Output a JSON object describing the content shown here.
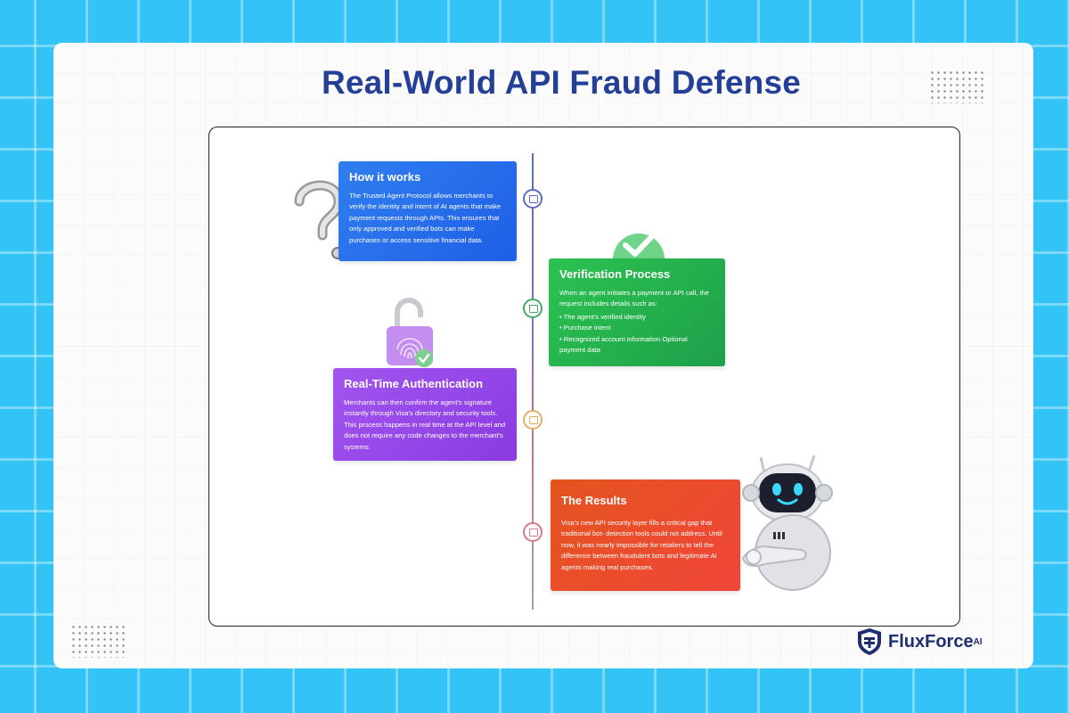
{
  "title": "Real-World API Fraud Defense",
  "steps": [
    {
      "heading": "How it works",
      "body": "The Trusted Agent Protocol allows merchants to verify the identity and intent of AI agents that make payment requests through APIs. This ensures that only approved and verified bots can make purchases or access sensitive financial data."
    },
    {
      "heading": "Verification Process",
      "body": "When an agent initiates a payment or API call, the request includes details such as:",
      "bullets": [
        "The agent's verified identity",
        "Purchase intent",
        "Recognized account information Optional payment data"
      ]
    },
    {
      "heading": "Real-Time Authentication",
      "body": "Merchants can then confirm the agent's signature instantly through Visa's directory and security tools. This process happens in real time at the API level and does not require any code changes to the merchant's systems."
    },
    {
      "heading": "The Results",
      "body": "Visa's new API security layer fills a critical gap that traditional bot- detection tools could not address. Until now, it was nearly impossible for retailers to tell the difference between fraudulent bots and legitimate AI agents making real purchases."
    }
  ],
  "brand": {
    "name": "FluxForce",
    "suffix": "AI"
  },
  "colors": {
    "step1": "#2f7ef0",
    "step2": "#2cc251",
    "step3": "#a255f0",
    "step4": "#ec4c2c",
    "title": "#233f96"
  },
  "icons": [
    "question-mark-icon",
    "checkmark-badge-icon",
    "fingerprint-padlock-icon",
    "robot-illustration",
    "shield-logo-icon"
  ]
}
